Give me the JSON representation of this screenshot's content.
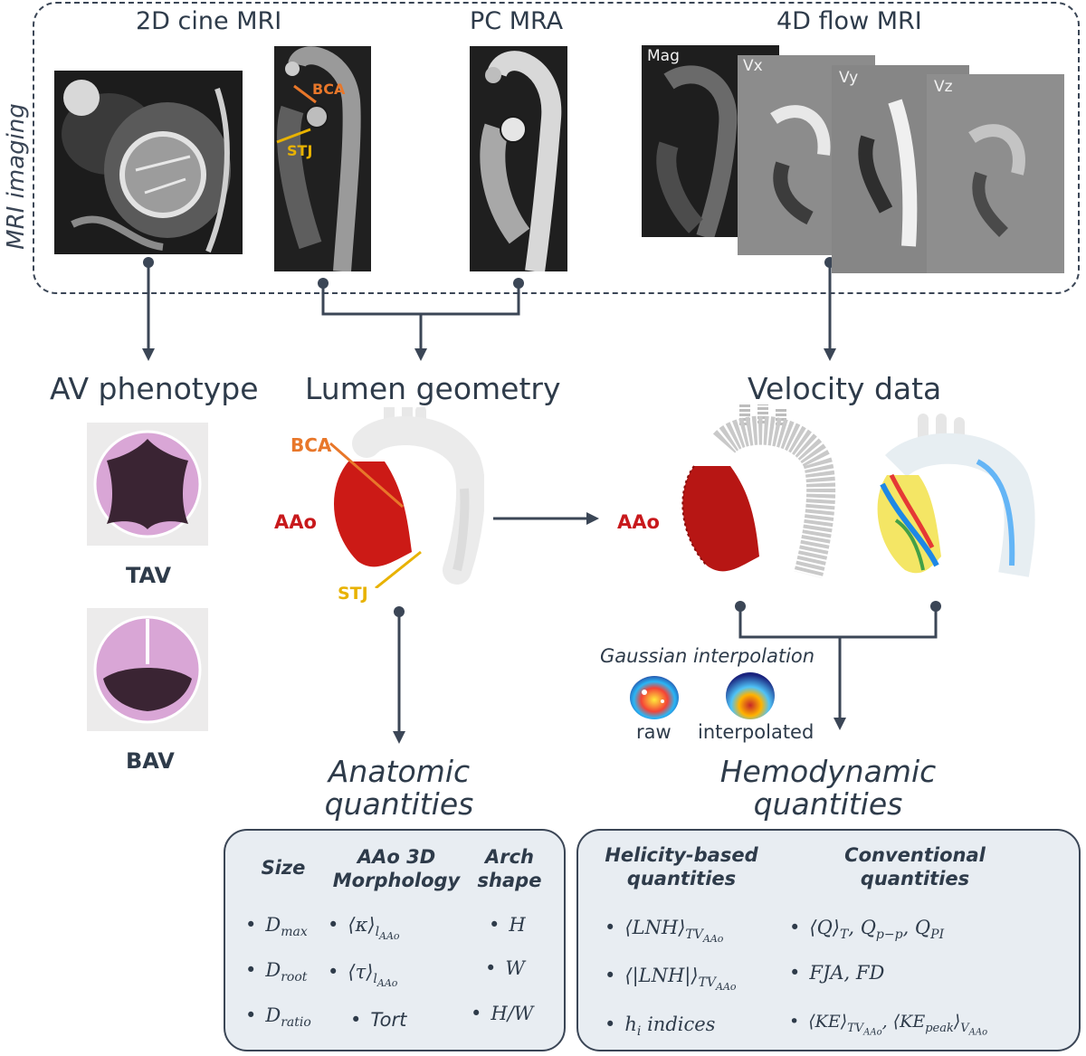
{
  "mri": {
    "section_label": "MRI imaging",
    "cine_title": "2D cine MRI",
    "pcmra_title": "PC MRA",
    "flow_title": "4D flow MRI",
    "flow_panels": [
      "Mag",
      "Vx",
      "Vy",
      "Vz"
    ],
    "cine_tags": {
      "bca": "BCA",
      "stj": "STJ"
    }
  },
  "av": {
    "title": "AV phenotype",
    "tav": "TAV",
    "bav": "BAV"
  },
  "lumen": {
    "title": "Lumen geometry",
    "bca": "BCA",
    "aao": "AAo",
    "stj": "STJ"
  },
  "velocity": {
    "title": "Velocity data",
    "aao": "AAo",
    "gaussian": "Gaussian interpolation",
    "raw": "raw",
    "interpolated": "interpolated"
  },
  "anatomic": {
    "title_line1": "Anatomic",
    "title_line2": "quantities",
    "col_size": "Size",
    "col_morph_1": "AAo 3D",
    "col_morph_2": "Morphology",
    "col_arch_1": "Arch",
    "col_arch_2": "shape",
    "tort": "Tort",
    "h": "H",
    "w": "W",
    "hw": "H/W"
  },
  "hemodynamic": {
    "title_line1": "Hemodynamic",
    "title_line2": "quantities",
    "col_helicity_1": "Helicity-based",
    "col_helicity_2": "quantities",
    "col_conv_1": "Conventional",
    "col_conv_2": "quantities",
    "fja_fd": "FJA, FD",
    "hi_indices": "indices"
  },
  "colors": {
    "accent_dark": "#3b4656",
    "orange": "#e8772a",
    "yellow": "#e8b200",
    "red": "#c8191c",
    "valve_pink": "#d9a6d6",
    "valve_dark": "#3a2433",
    "box_fill": "#e8edf2"
  }
}
